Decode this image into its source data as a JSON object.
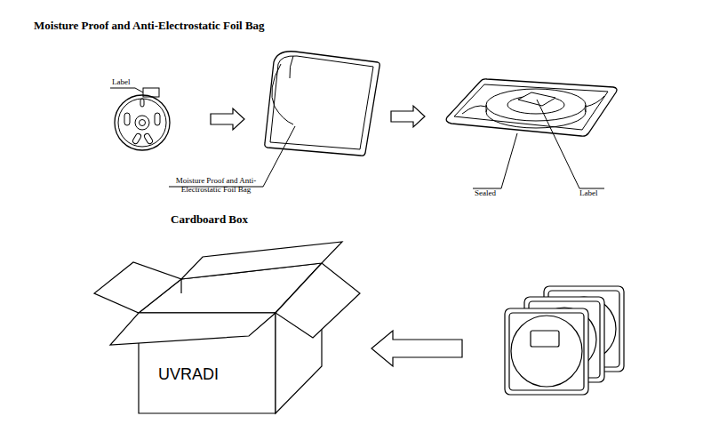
{
  "diagram": {
    "title": "Moisture Proof and Anti-Electrostatic Foil Bag",
    "labels": [
      "Label",
      "Moisture Proof and Anti-Electrostatic Foil Bag",
      "Sealed",
      "Label",
      "Cardboard Box",
      "UVRADI"
    ]
  }
}
